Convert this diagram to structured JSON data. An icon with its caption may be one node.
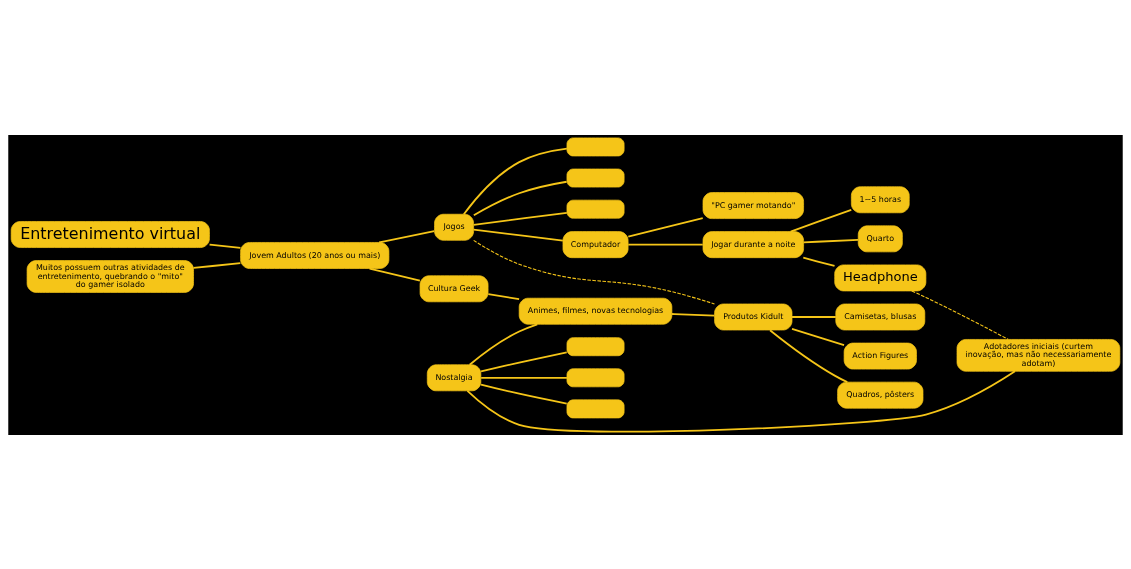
{
  "diagram": {
    "nodes": [
      {
        "text": [
          "Entretenimento virtual"
        ]
      },
      {
        "text": [
          "Muitos possuem outras atividades de entretenimento, quebrando o \"mito\" do gamer isolado"
        ]
      },
      {
        "text": [
          "Jovem Adultos (20 anos ou mais)"
        ]
      },
      {
        "text": [],
        "shape": "box"
      },
      {
        "text": [],
        "shape": "box"
      },
      {
        "text": [],
        "shape": "box"
      },
      {
        "text": [
          "Jogos"
        ]
      },
      {
        "text": [
          "\"PC gamer motando\""
        ]
      },
      {
        "text": [
          "Computador"
        ]
      },
      {
        "text": [
          "1~5 horas"
        ]
      },
      {
        "text": [
          "Jogar durante a noite"
        ]
      },
      {
        "text": [
          "Quarto"
        ]
      },
      {
        "text": [
          "Headphone"
        ]
      },
      {
        "text": [
          "Camisetas, blusas"
        ]
      },
      {
        "text": [
          "Action Figures"
        ]
      },
      {
        "text": [
          "Quadros, pôsters"
        ]
      },
      {
        "text": [
          "Produtos Kidult"
        ]
      },
      {
        "text": [
          "Cultura Geek"
        ]
      },
      {
        "text": [
          "Nostalgia"
        ]
      },
      {
        "text": [],
        "shape": "box"
      },
      {
        "text": [],
        "shape": "box"
      },
      {
        "text": [],
        "shape": "box"
      },
      {
        "text": [
          "Animes, filmes, novas tecnologias"
        ]
      },
      {
        "text": [
          "Adotadores iniciais (curtem inovação, mas não necessariamente adotam)"
        ]
      }
    ],
    "edges": [
      {
        "from": 0,
        "to": 2,
        "arrow": "none"
      },
      {
        "from": 1,
        "to": 2,
        "arrow": "none"
      },
      {
        "from": 2,
        "to": 6,
        "arrow": "none"
      },
      {
        "from": 2,
        "to": 17,
        "arrow": "none"
      },
      {
        "from": 6,
        "to": 3,
        "arrow": "none"
      },
      {
        "from": 6,
        "to": 4,
        "arrow": "none"
      },
      {
        "from": 6,
        "to": 5,
        "arrow": "none"
      },
      {
        "from": 6,
        "to": 8,
        "arrow": "none"
      },
      {
        "from": 6,
        "to": 16,
        "arrow": "none",
        "style": "dashed"
      },
      {
        "from": 8,
        "to": 7,
        "arrow": "none"
      },
      {
        "from": 8,
        "to": 10,
        "arrow": "none"
      },
      {
        "from": 10,
        "to": 9,
        "arrow": "none"
      },
      {
        "from": 10,
        "to": 11,
        "arrow": "none"
      },
      {
        "from": 10,
        "to": 12,
        "arrow": "none"
      },
      {
        "from": 12,
        "to": 23,
        "arrow": "none",
        "style": "dashed"
      },
      {
        "from": 17,
        "to": 22,
        "arrow": "none"
      },
      {
        "from": 18,
        "to": 19,
        "arrow": "none"
      },
      {
        "from": 18,
        "to": 20,
        "arrow": "none"
      },
      {
        "from": 18,
        "to": 21,
        "arrow": "none"
      },
      {
        "from": 18,
        "to": 22,
        "arrow": "none"
      },
      {
        "from": 18,
        "to": 23,
        "arrow": "none"
      },
      {
        "from": 22,
        "to": 16,
        "arrow": "none"
      },
      {
        "from": 16,
        "to": 13,
        "arrow": "none"
      },
      {
        "from": 16,
        "to": 14,
        "arrow": "none"
      },
      {
        "from": 16,
        "to": 15,
        "arrow": "none"
      }
    ]
  }
}
